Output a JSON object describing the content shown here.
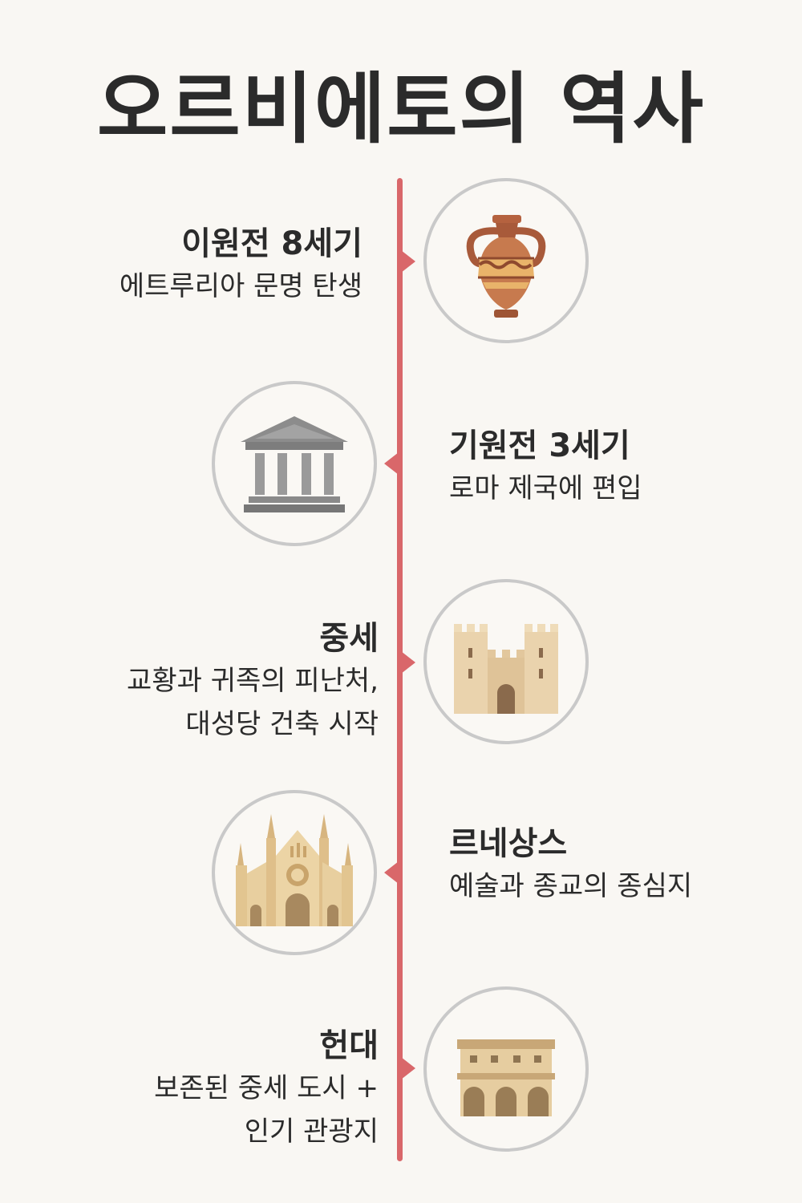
{
  "title": "오르비에토의 역사",
  "colors": {
    "timeline": "#d9676a",
    "circle_border": "#c9c9c9",
    "background": "#f9f7f3"
  },
  "events": [
    {
      "period": "이원전 8세기",
      "description": "에트루리아 문명 탄생",
      "icon": "amphora-icon"
    },
    {
      "period": "기원전 3세기",
      "description": "로마 제국에 편입",
      "icon": "temple-icon"
    },
    {
      "period": "중세",
      "description": "교황과 귀족의 피난처,\n대성당 건축 시작",
      "icon": "castle-icon"
    },
    {
      "period": "르네상스",
      "description": "예술과 종교의 종심지",
      "icon": "cathedral-icon"
    },
    {
      "period": "헌대",
      "description": "보존된 중세 도시 +\n인기 관광지",
      "icon": "palazzo-icon"
    }
  ]
}
